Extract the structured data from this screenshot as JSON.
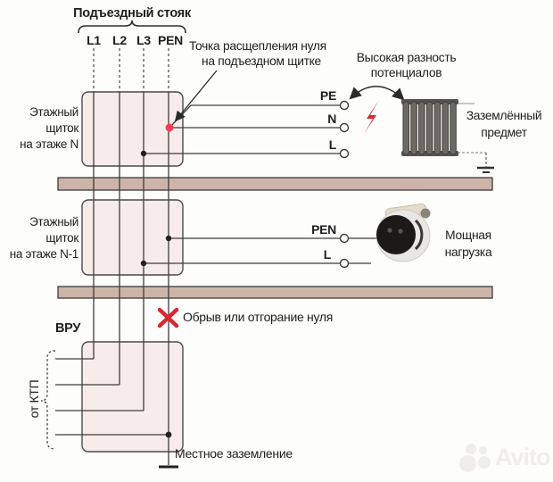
{
  "colors": {
    "accent_red": "#d7282f",
    "split_dot_red": "#ed4156",
    "slab_fill": "#cdb4a9",
    "panel_fill": "#f8ecea",
    "line": "#3d3d3d"
  },
  "riser": {
    "title": "Подъездный стояк",
    "labels": [
      "L1",
      "L2",
      "L3",
      "PEN"
    ]
  },
  "notes": {
    "split_line1": "Точка расщепления нуля",
    "split_line2": "на подъездном щитке",
    "potential_line1": "Высокая разность",
    "potential_line2": "потенциалов",
    "break_neutral": "Обрыв или отгорание нуля"
  },
  "panel_n": {
    "name_line1": "Этажный",
    "name_line2": "щиток",
    "name_line3": "на этаже N",
    "terminals": [
      "PE",
      "N",
      "L"
    ]
  },
  "panel_n1": {
    "name_line1": "Этажный",
    "name_line2": "щиток",
    "name_line3": "на этаже N-1",
    "terminals": [
      "PEN",
      "L"
    ]
  },
  "right_side": {
    "grounded_line1": "Заземлённый",
    "grounded_line2": "предмет",
    "load_line1": "Мощная",
    "load_line2": "нагрузка"
  },
  "bottom": {
    "vru": "ВРУ",
    "from_ktp": "от КТП",
    "local_ground": "Местное заземление"
  },
  "watermark": "Avito"
}
